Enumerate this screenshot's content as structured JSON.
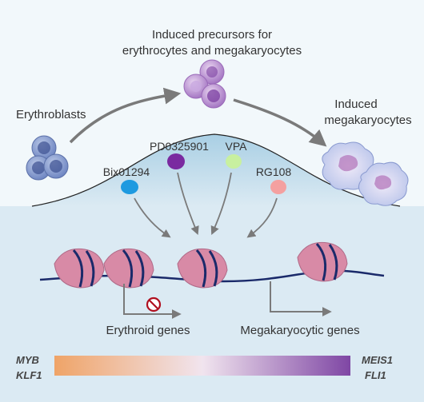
{
  "labels": {
    "precursors_line1": "Induced precursors for",
    "precursors_line2": "erythrocytes and megakaryocytes",
    "erythroblasts": "Erythroblasts",
    "induced_mk_line1": "Induced",
    "induced_mk_line2": "megakaryocytes"
  },
  "compounds": [
    {
      "name": "PD0325901",
      "color": "#7a2aa0"
    },
    {
      "name": "VPA",
      "color": "#c8f0a0"
    },
    {
      "name": "Bix01294",
      "color": "#1e9ae0"
    },
    {
      "name": "RG108",
      "color": "#f4a0a0"
    }
  ],
  "genes": {
    "erythroid": "Erythroid genes",
    "megakaryocytic": "Megakaryocytic genes"
  },
  "gradient": {
    "left_top": "MYB",
    "left_bottom": "KLF1",
    "right_top": "MEIS1",
    "right_bottom": "FLI1",
    "color_left": "#f0a060",
    "color_right": "#7a3ea0"
  },
  "colors": {
    "top_bg": "#f2f8fb",
    "bottom_bg": "#dbeaf3",
    "hill": "#b4d6e8",
    "nucleosome": "#d88aa6",
    "dna": "#1a2a6a",
    "arrow": "#7a7a7a"
  }
}
